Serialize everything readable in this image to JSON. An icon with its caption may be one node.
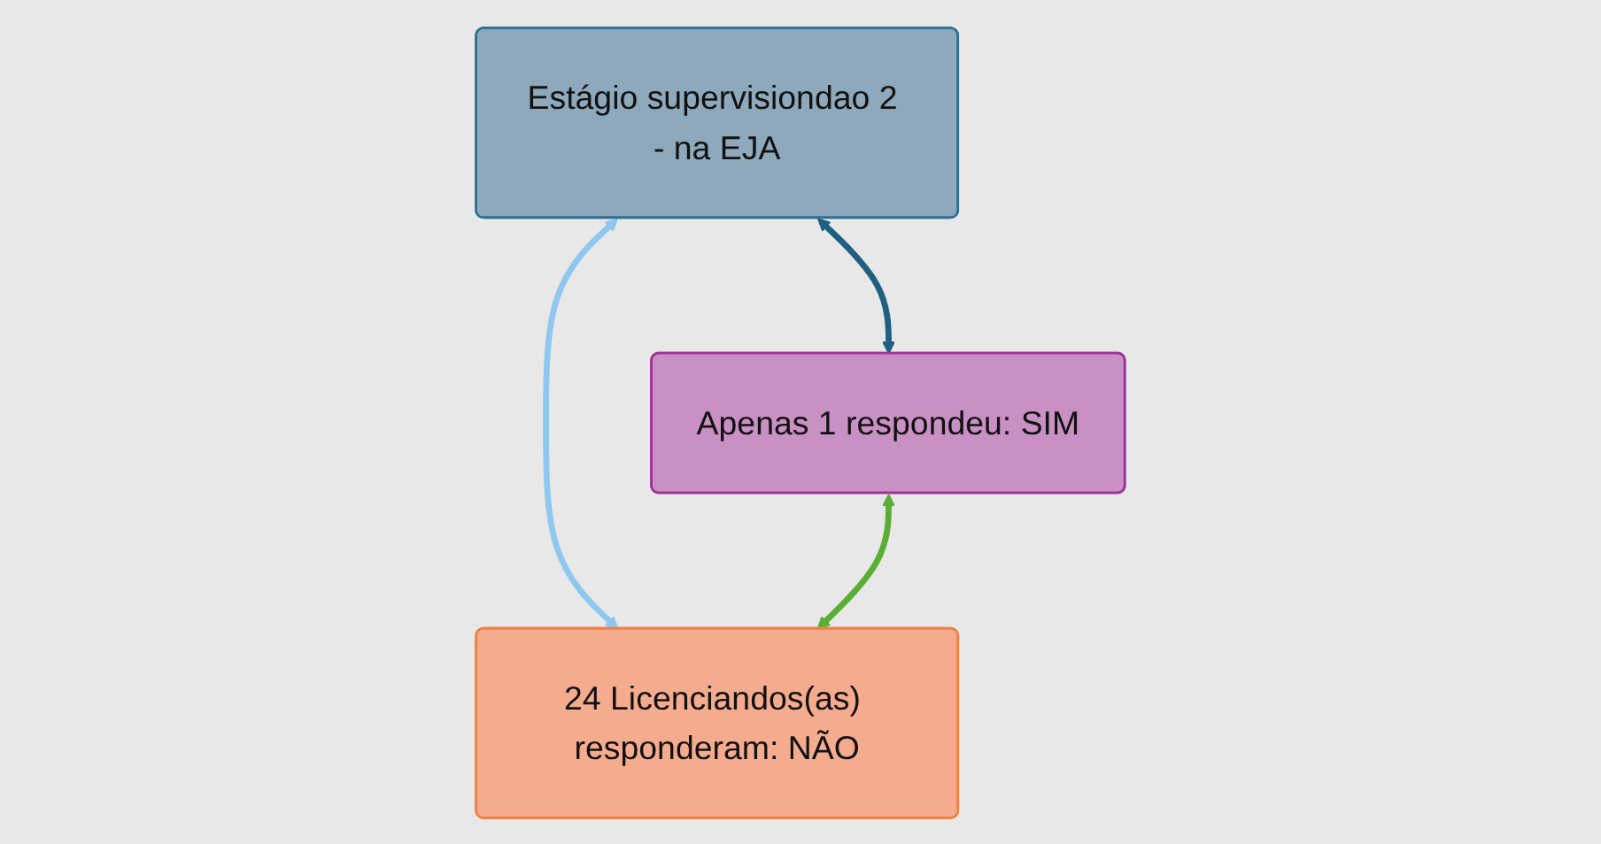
{
  "diagram": {
    "nodes": [
      {
        "text": [
          "Estágio supervisiondao 2 - na EJA"
        ]
      },
      {
        "text": [
          "Apenas 1 respondeu: SIM"
        ]
      },
      {
        "text": [
          "24 Licenciandos(as) responderam: NÃO"
        ]
      }
    ],
    "edges": [
      {
        "from": 0,
        "to": 1,
        "arrow": "both",
        "color": "#1f5f80"
      },
      {
        "from": 0,
        "to": 2,
        "arrow": "both",
        "color": "#8ec8ef"
      },
      {
        "from": 1,
        "to": 2,
        "arrow": "both",
        "color": "#5aae33"
      }
    ]
  }
}
